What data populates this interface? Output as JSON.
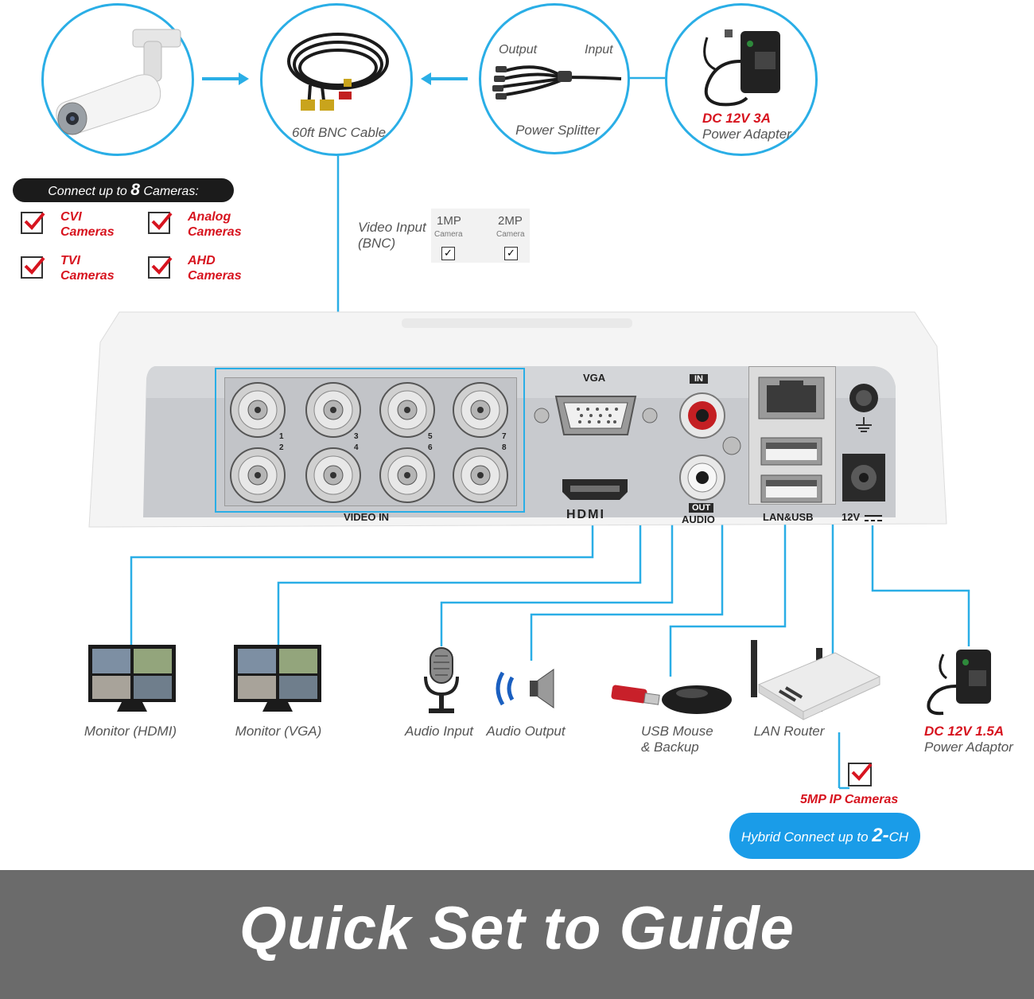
{
  "top": {
    "cable_label": "60ft BNC Cable",
    "splitter_output": "Output",
    "splitter_input": "Input",
    "splitter_label": "Power Splitter",
    "adapter_line1": "DC 12V 3A",
    "adapter_line2": "Power Adapter"
  },
  "cameras": {
    "pill_prefix": "Connect up to",
    "pill_number": "8",
    "pill_suffix": "Cameras:",
    "types": [
      {
        "line1": "CVI",
        "line2": "Cameras"
      },
      {
        "line1": "Analog",
        "line2": "Cameras"
      },
      {
        "line1": "TVI",
        "line2": "Cameras"
      },
      {
        "line1": "AHD",
        "line2": "Cameras"
      }
    ]
  },
  "video_input": {
    "label_line1": "Video Input",
    "label_line2": "(BNC)",
    "col1_head": "1MP",
    "col1_sub": "Camera",
    "col2_head": "2MP",
    "col2_sub": "Camera",
    "mark": "✓"
  },
  "panel": {
    "video_in": "VIDEO IN",
    "port_numbers": [
      "1",
      "2",
      "3",
      "4",
      "5",
      "6",
      "7",
      "8"
    ],
    "vga": "VGA",
    "hdmi": "HDMI",
    "audio_in": "IN",
    "audio_out": "OUT",
    "audio": "AUDIO",
    "lan_usb": "LAN&USB",
    "power": "12V"
  },
  "devices": {
    "monitor_hdmi": "Monitor (HDMI)",
    "monitor_vga": "Monitor (VGA)",
    "audio_input": "Audio Input",
    "audio_output": "Audio Output",
    "usb_line1": "USB Mouse",
    "usb_line2": "& Backup",
    "lan_router": "LAN Router",
    "psu_line1": "DC 12V 1.5A",
    "psu_line2": "Power Adaptor",
    "ip_cameras": "5MP IP Cameras"
  },
  "hybrid": {
    "prefix": "Hybrid Connect up to",
    "number": "2-",
    "suffix": "CH"
  },
  "footer": {
    "title": "Quick Set to Guide"
  },
  "colors": {
    "accent_blue": "#2aaee6",
    "hybrid_blue": "#1a9ce8",
    "red": "#d7141f",
    "footer_gray": "#6b6b6b"
  }
}
